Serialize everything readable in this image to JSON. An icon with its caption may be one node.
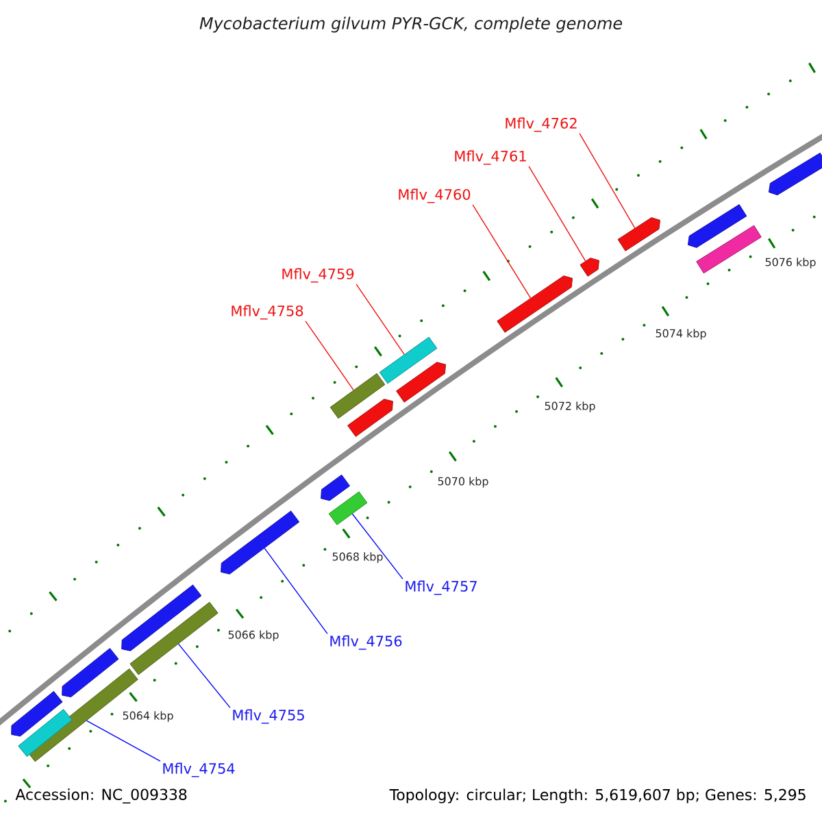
{
  "diagram": {
    "title": "Mycobacterium gilvum PYR-GCK, complete genome",
    "nodes": [
      {
        "text": [
          "Mflv_4762"
        ]
      },
      {
        "text": [
          "Mflv_4761"
        ]
      },
      {
        "text": [
          "Mflv_4760"
        ]
      },
      {
        "text": [
          "Mflv_4759"
        ]
      },
      {
        "text": [
          "Mflv_4758"
        ]
      },
      {
        "text": [
          "Mflv_4757"
        ]
      },
      {
        "text": [
          "Mflv_4756"
        ]
      },
      {
        "text": [
          "Mflv_4755"
        ]
      },
      {
        "text": [
          "Mflv_4754"
        ]
      },
      {
        "text": [],
        "shape": "arrow"
      },
      {
        "text": [],
        "shape": "arrow"
      },
      {
        "text": [],
        "shape": "arrow"
      },
      {
        "text": [],
        "shape": "box"
      },
      {
        "text": [],
        "shape": "box"
      },
      {
        "text": [],
        "shape": "box"
      },
      {
        "text": [],
        "shape": "arrow"
      },
      {
        "text": [],
        "shape": "box"
      },
      {
        "text": [],
        "shape": "box"
      },
      {
        "text": [],
        "shape": "arrow"
      },
      {
        "text": [],
        "shape": "arrow"
      },
      {
        "text": [],
        "shape": "arrow"
      },
      {
        "text": [],
        "shape": "arrow"
      },
      {
        "text": [],
        "shape": "arrow"
      },
      {
        "text": [],
        "shape": "arrow"
      },
      {
        "text": [],
        "shape": "box"
      },
      {
        "text": [],
        "shape": "box"
      },
      {
        "text": [],
        "shape": "arrow"
      },
      {
        "text": [],
        "shape": "arrow"
      }
    ],
    "edges": [
      {
        "from": 0,
        "to": 9,
        "arrow": "none"
      },
      {
        "from": 1,
        "to": 10,
        "arrow": "none"
      },
      {
        "from": 2,
        "to": 11,
        "arrow": "none"
      },
      {
        "from": 3,
        "to": 12,
        "arrow": "none"
      },
      {
        "from": 4,
        "to": 13,
        "arrow": "none"
      },
      {
        "from": 5,
        "to": 14,
        "arrow": "none",
        "color": "#0000ff"
      },
      {
        "from": 6,
        "to": 15,
        "arrow": "none",
        "color": "#0000ff"
      },
      {
        "from": 7,
        "to": 16,
        "arrow": "none",
        "color": "#0000ff"
      },
      {
        "from": 8,
        "to": 17,
        "arrow": "none",
        "color": "#0000ff"
      }
    ],
    "labels": [
      "5076 kbp",
      "5074 kbp",
      "5072 kbp",
      "5070 kbp",
      "5068 kbp",
      "5066 kbp",
      "5064 kbp",
      "Accession: NC_009338",
      "Topology: circular; Length: 5,619,607 bp; Genes: 5,295"
    ]
  }
}
